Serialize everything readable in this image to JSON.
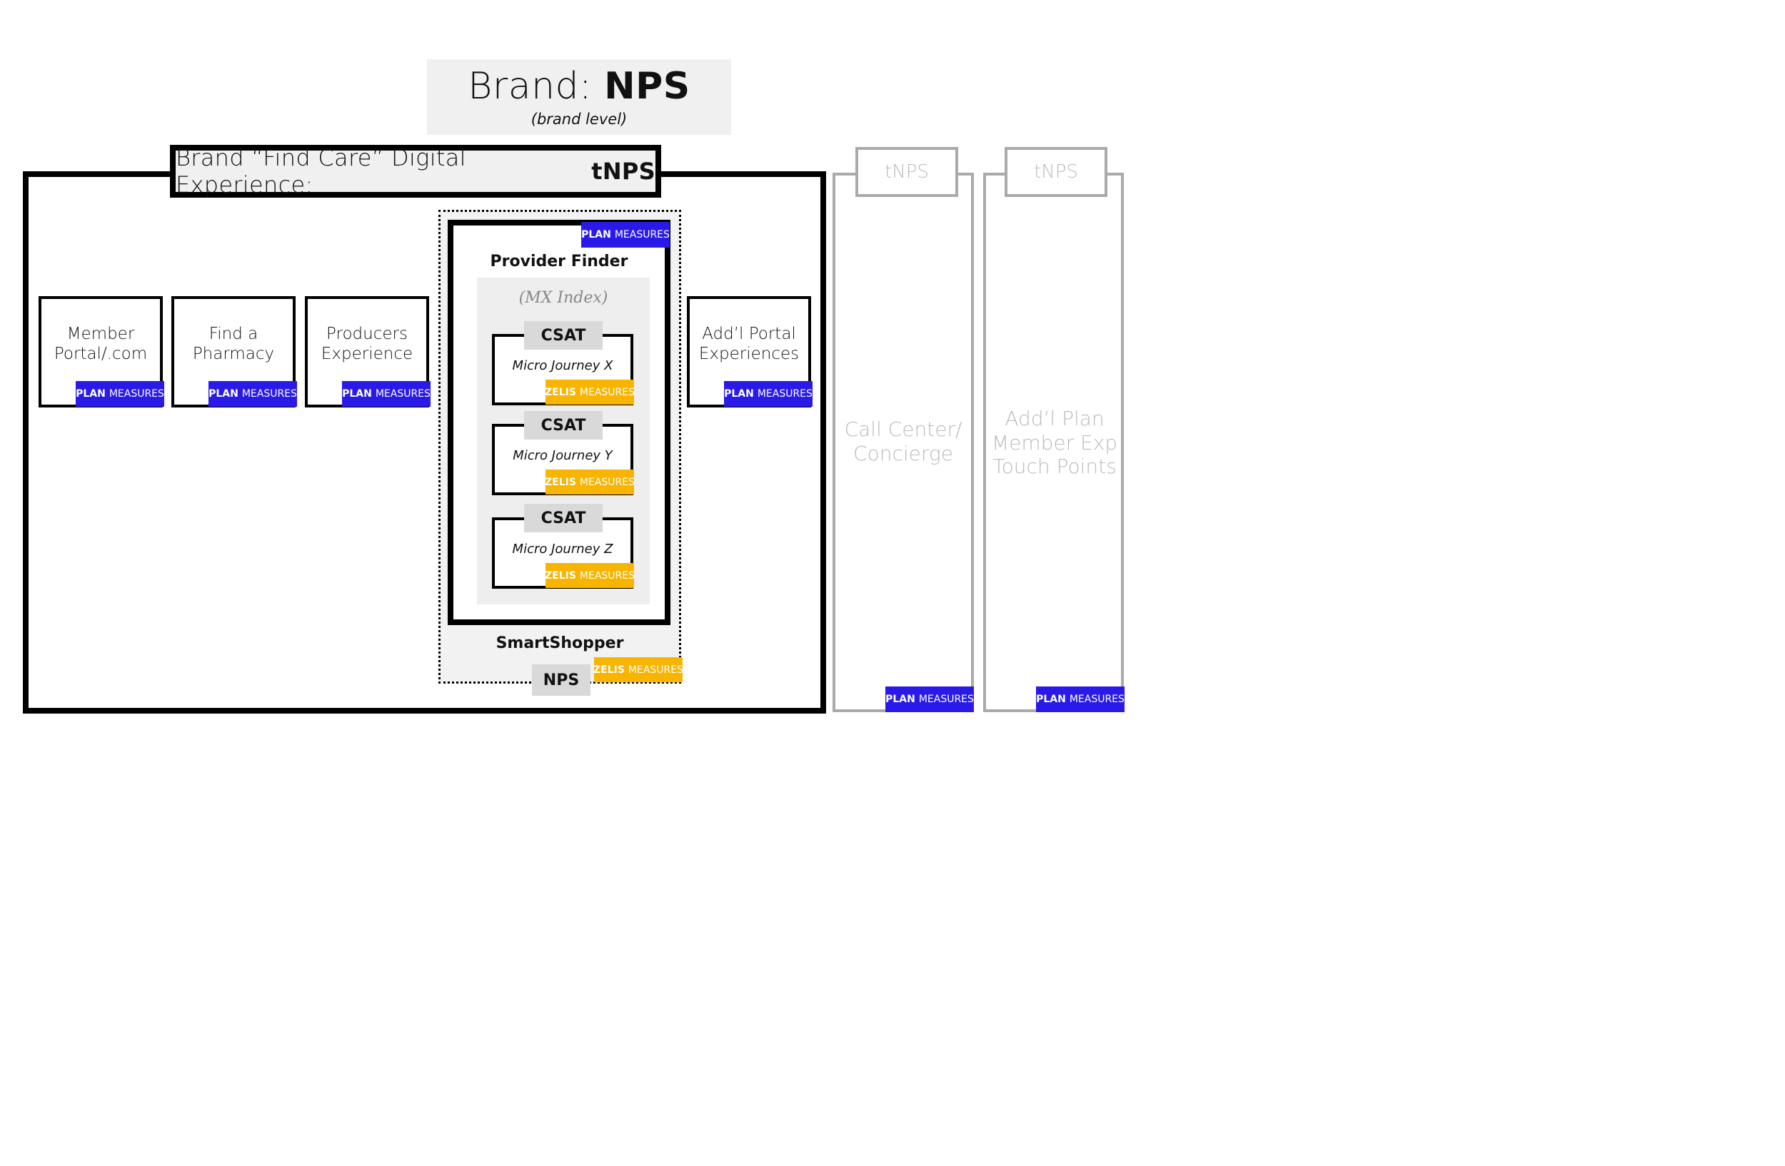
{
  "brand": {
    "title_prefix": "Brand:",
    "title_strong": "NPS",
    "subtitle": "(brand level)"
  },
  "find_care": {
    "title_prefix": "Brand “Find Care” Digital Experience:",
    "title_strong": "tNPS"
  },
  "badges": {
    "plan_strong": "PLAN",
    "zelis_strong": "ZELIS",
    "measures": "MEASURES",
    "plan_color": "#2a1ae8",
    "zelis_color": "#f7b500"
  },
  "digital_boxes": [
    {
      "label": "Member\nPortal/.com"
    },
    {
      "label": "Find a\nPharmacy"
    },
    {
      "label": "Producers\nExperience"
    },
    {
      "label": "Add’l Portal\nExperiences"
    }
  ],
  "smartshopper": {
    "label": "SmartShopper",
    "metric": "NPS"
  },
  "provider_finder": {
    "label": "Provider Finder",
    "index_label": "(MX Index)",
    "journeys": [
      {
        "metric": "CSAT",
        "label": "Micro Journey X"
      },
      {
        "metric": "CSAT",
        "label": "Micro Journey Y"
      },
      {
        "metric": "CSAT",
        "label": "Micro Journey Z"
      }
    ]
  },
  "side_columns": [
    {
      "tnps": "tNPS",
      "label": "Call Center/\nConcierge"
    },
    {
      "tnps": "tNPS",
      "label": "Add’l Plan\nMember Exp\nTouch Points"
    }
  ]
}
